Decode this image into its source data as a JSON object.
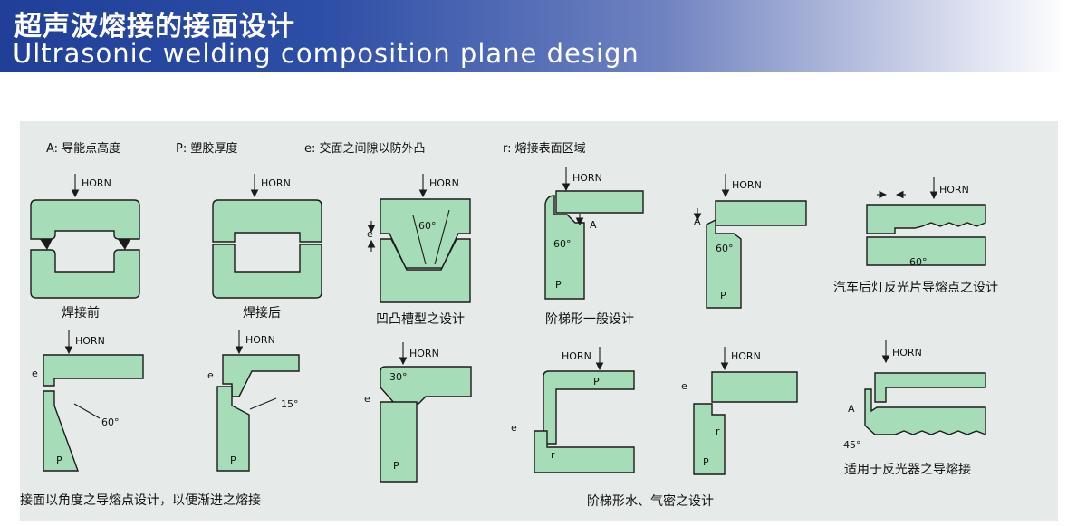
{
  "header": {
    "title_cn": "超声波熔接的接面设计",
    "title_en": "Ultrasonic welding composition plane design"
  },
  "legend": {
    "a": "A: 导能点高度",
    "p": "P: 塑胶厚度",
    "e": "e: 交面之间隙以防外凸",
    "r": "r: 熔接表面区域"
  },
  "labels": {
    "horn": "HORN",
    "p": "P",
    "e": "e",
    "a": "A",
    "r": "r",
    "deg60": "60°",
    "deg30": "30°",
    "deg15": "15°",
    "deg45": "45°"
  },
  "captions": {
    "before": "焊接前",
    "after": "焊接后",
    "groove": "凹凸槽型之设计",
    "step": "阶梯形一般设计",
    "taillight": "汽车后灯反光片导熔点之设计",
    "angle": "接面以角度之导熔点设计，以便渐进之熔接",
    "step_seal": "阶梯形水、气密之设计",
    "reflector": "适用于反光器之导熔接"
  }
}
